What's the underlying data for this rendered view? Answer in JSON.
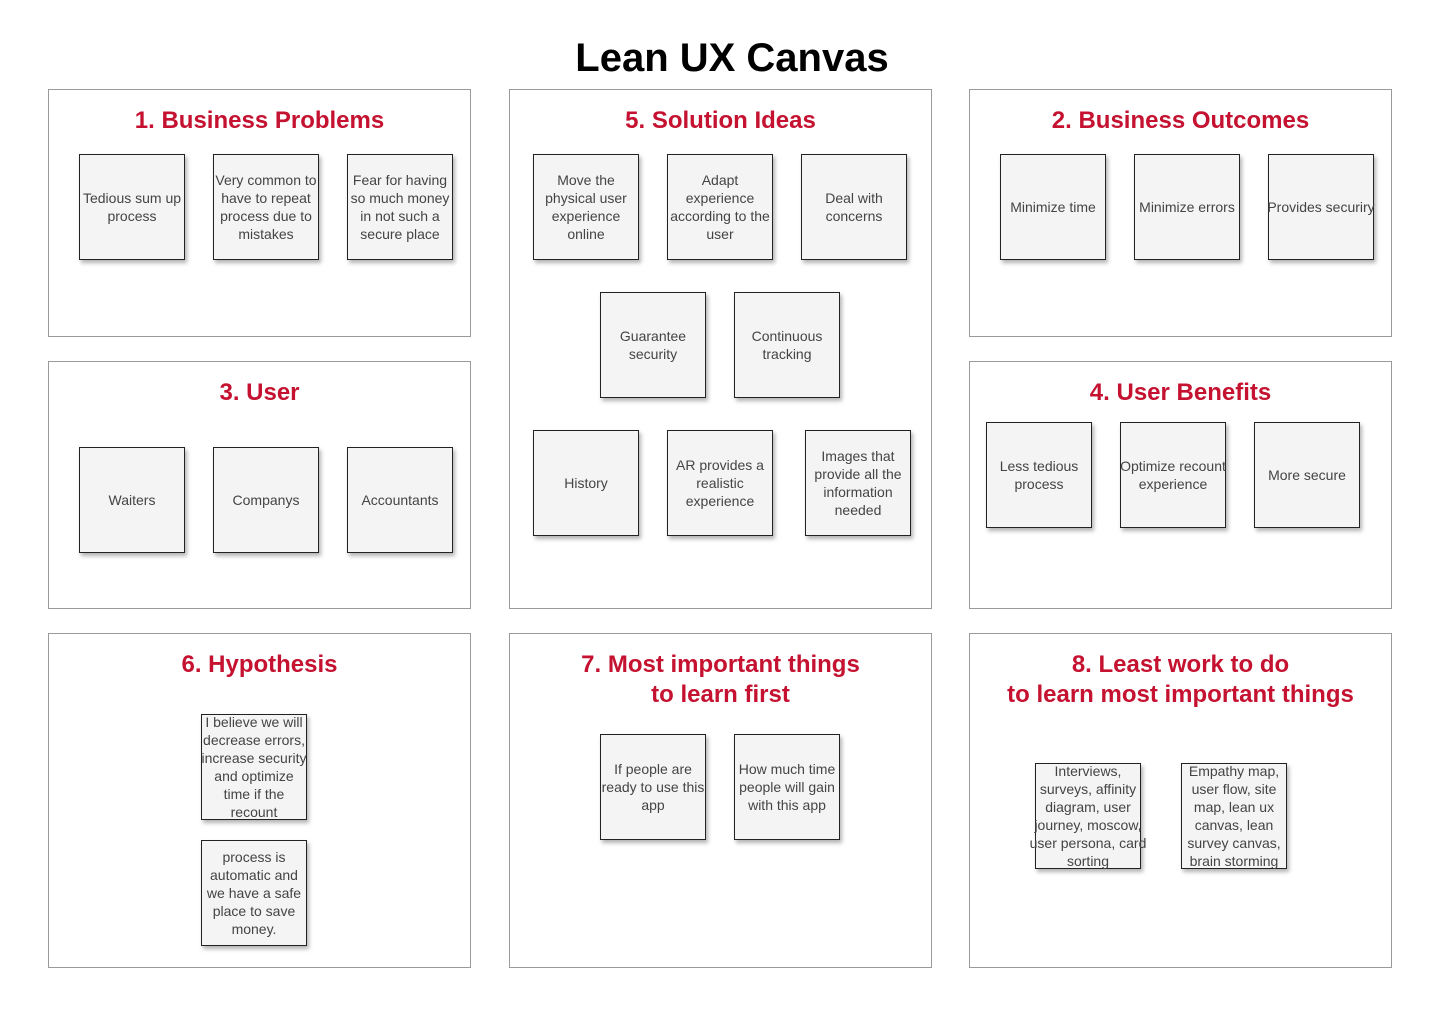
{
  "title": "Lean UX Canvas",
  "accent_color": "#c41230",
  "panels": {
    "p1": {
      "title": "1. Business Problems",
      "notes": [
        "Tedious sum up process",
        "Very common to have to repeat process due to mistakes",
        "Fear for having so much money in not such a secure place"
      ]
    },
    "p5": {
      "title": "5. Solution Ideas",
      "notes": [
        "Move the physical user experience online",
        "Adapt experience according to the user",
        "Deal with concerns",
        "Guarantee security",
        "Continuous tracking",
        "History",
        "AR provides a realistic experience",
        "Images that provide all the information needed"
      ]
    },
    "p2": {
      "title": "2. Business Outcomes",
      "notes": [
        "Minimize time",
        "Minimize errors",
        "Provides securiry"
      ]
    },
    "p3": {
      "title": "3. User",
      "notes": [
        "Waiters",
        "Companys",
        "Accountants"
      ]
    },
    "p4": {
      "title": "4. User Benefits",
      "notes": [
        "Less tedious process",
        "Optimize recount experience",
        "More secure"
      ]
    },
    "p6": {
      "title": "6. Hypothesis",
      "notes": [
        "I believe we will decrease errors, increase security and optimize time if the recount",
        "process is automatic and we have a safe place to save money."
      ]
    },
    "p7": {
      "title_line1": "7. Most important things",
      "title_line2": "to learn first",
      "notes": [
        "If people are ready to use this app",
        "How much time people will gain with this app"
      ]
    },
    "p8": {
      "title_line1": "8. Least work to do",
      "title_line2": "to learn most important things",
      "notes": [
        "Interviews, surveys, affinity diagram, user journey, moscow, user persona, card sorting",
        "Empathy map, user flow, site map, lean ux canvas, lean survey canvas, brain storming"
      ]
    }
  }
}
